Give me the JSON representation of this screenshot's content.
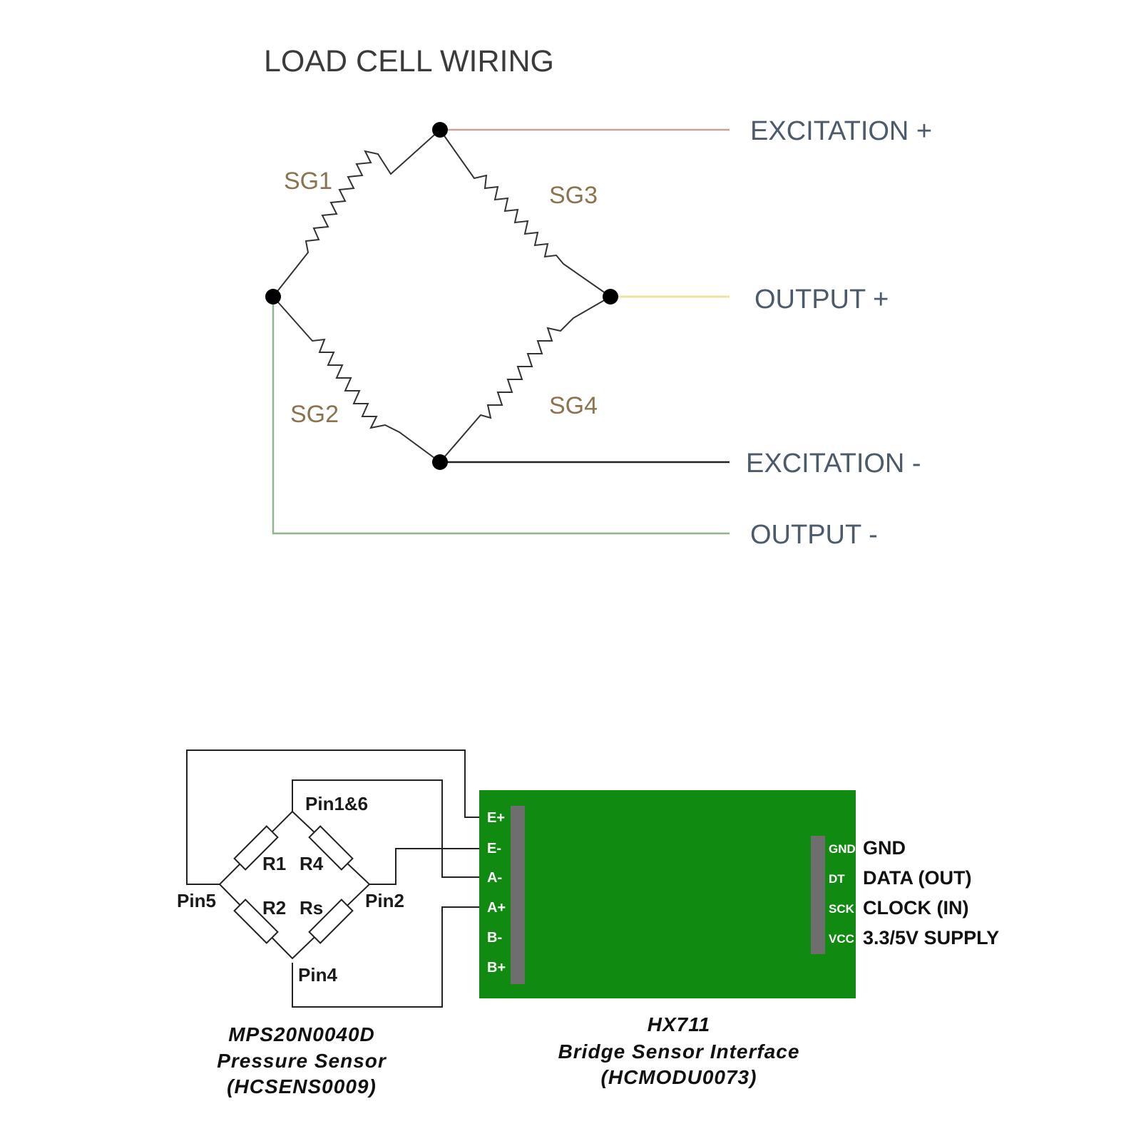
{
  "load_cell": {
    "title": "LOAD CELL WIRING",
    "gauges": {
      "sg1": "SG1",
      "sg2": "SG2",
      "sg3": "SG3",
      "sg4": "SG4"
    },
    "terminals": {
      "exc_plus": "EXCITATION +",
      "out_plus": "OUTPUT +",
      "exc_minus": "EXCITATION -",
      "out_minus": "OUTPUT -"
    },
    "colors": {
      "exc_plus": "#c9a19a",
      "out_plus": "#e8e6a0",
      "exc_minus": "#222222",
      "out_minus": "#8fb48f",
      "bridge": "#333333"
    }
  },
  "sensor": {
    "pins": {
      "pin16": "Pin1&6",
      "pin5": "Pin5",
      "pin2": "Pin2",
      "pin4": "Pin4"
    },
    "resistors": {
      "r1": "R1",
      "r4": "R4",
      "r2": "R2",
      "rs": "Rs"
    },
    "caption": [
      "MPS20N0040D",
      "Pressure Sensor",
      "(HCSENS0009)"
    ]
  },
  "hx711": {
    "left_pins": [
      "E+",
      "E-",
      "A-",
      "A+",
      "B-",
      "B+"
    ],
    "right_pins": [
      "GND",
      "DT",
      "SCK",
      "VCC"
    ],
    "right_labels": [
      "GND",
      "DATA (OUT)",
      "CLOCK (IN)",
      "3.3/5V SUPPLY"
    ],
    "caption": [
      "HX711",
      "Bridge Sensor Interface",
      "(HCMODU0073)"
    ],
    "colors": {
      "board": "#118a11",
      "header": "#6e6e6e"
    }
  }
}
